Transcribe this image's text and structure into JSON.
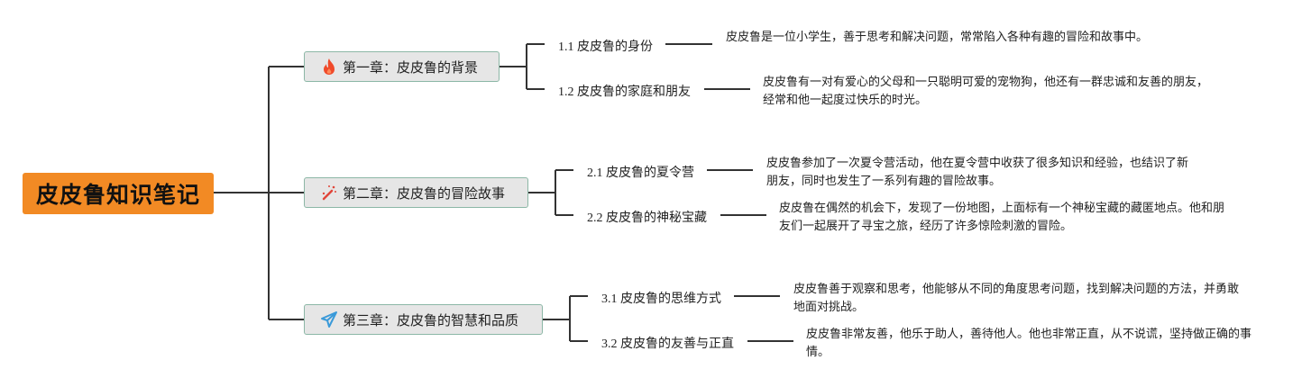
{
  "root": {
    "title": "皮皮鲁知识笔记",
    "color": "#f28a24"
  },
  "chapters": [
    {
      "title": "第一章：皮皮鲁的背景",
      "icon": "fire-icon",
      "icon_color": "#f04a2a",
      "sections": [
        {
          "label": "1.1 皮皮鲁的身份",
          "description": "皮皮鲁是一位小学生，善于思考和解决问题，常常陷入各种有趣的冒险和故事中。"
        },
        {
          "label": "1.2 皮皮鲁的家庭和朋友",
          "description": "皮皮鲁有一对有爱心的父母和一只聪明可爱的宠物狗，他还有一群忠诚和友善的朋友，经常和他一起度过快乐的时光。"
        }
      ]
    },
    {
      "title": "第二章：皮皮鲁的冒险故事",
      "icon": "magic-wand-icon",
      "icon_color": "#e0463a",
      "sections": [
        {
          "label": "2.1 皮皮鲁的夏令营",
          "description": "皮皮鲁参加了一次夏令营活动，他在夏令营中收获了很多知识和经验，也结识了新朋友，同时也发生了一系列有趣的冒险故事。"
        },
        {
          "label": "2.2 皮皮鲁的神秘宝藏",
          "description": "皮皮鲁在偶然的机会下，发现了一份地图，上面标有一个神秘宝藏的藏匿地点。他和朋友们一起展开了寻宝之旅，经历了许多惊险刺激的冒险。"
        }
      ]
    },
    {
      "title": "第三章：皮皮鲁的智慧和品质",
      "icon": "paper-plane-icon",
      "icon_color": "#3a9ad9",
      "sections": [
        {
          "label": "3.1 皮皮鲁的思维方式",
          "description": "皮皮鲁善于观察和思考，他能够从不同的角度思考问题，找到解决问题的方法，并勇敢地面对挑战。"
        },
        {
          "label": "3.2 皮皮鲁的友善与正直",
          "description": "皮皮鲁非常友善，他乐于助人，善待他人。他也非常正直，从不说谎，坚持做正确的事情。"
        }
      ]
    }
  ]
}
